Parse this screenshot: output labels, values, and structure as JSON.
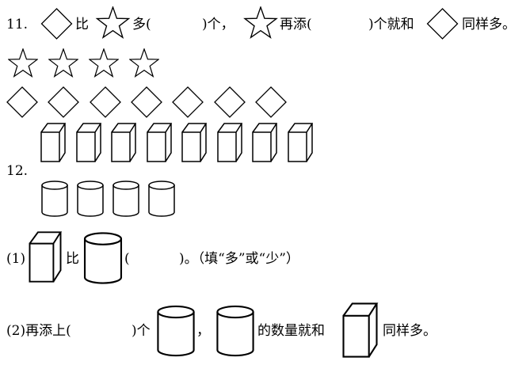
{
  "q11": {
    "number": "11.",
    "t_bi": "比",
    "t_duo": "多(",
    "t_ge": ")个，",
    "t_zaitian": "再添(",
    "t_gejiuhe": ")个就和",
    "t_tongyang": "同样多。",
    "star_count": 4,
    "diamond_count": 7
  },
  "q12": {
    "number": "12.",
    "cuboid_count": 8,
    "cylinder_count": 4,
    "part1": {
      "label": "(1)",
      "t_bi": "比",
      "t_open": "(",
      "t_close": ")。（填“多”或“少”）"
    },
    "part2": {
      "label": "(2)再添上(",
      "t_ge": ")个",
      "t_comma": "，",
      "t_shuliang": "的数量就和",
      "t_tongyang": "同样多。"
    }
  }
}
